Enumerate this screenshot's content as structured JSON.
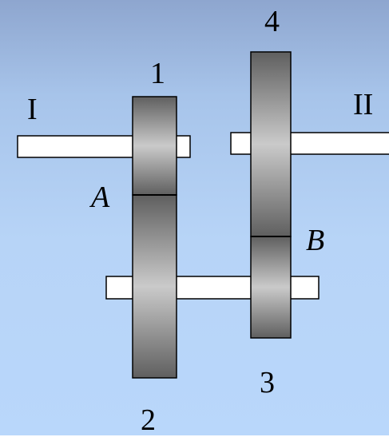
{
  "labels": {
    "shaft_i": "I",
    "shaft_ii": "II",
    "gear_1": "1",
    "gear_2": "2",
    "gear_3": "3",
    "gear_4": "4",
    "point_a": "A",
    "point_b": "B"
  },
  "colors": {
    "background_top": "#8ea6cf",
    "background_bottom": "#b9d7fb",
    "gear_dark": "#5f5f5f",
    "gear_light": "#c8c8c8",
    "shaft": "#ffffff",
    "outline": "#000000"
  }
}
